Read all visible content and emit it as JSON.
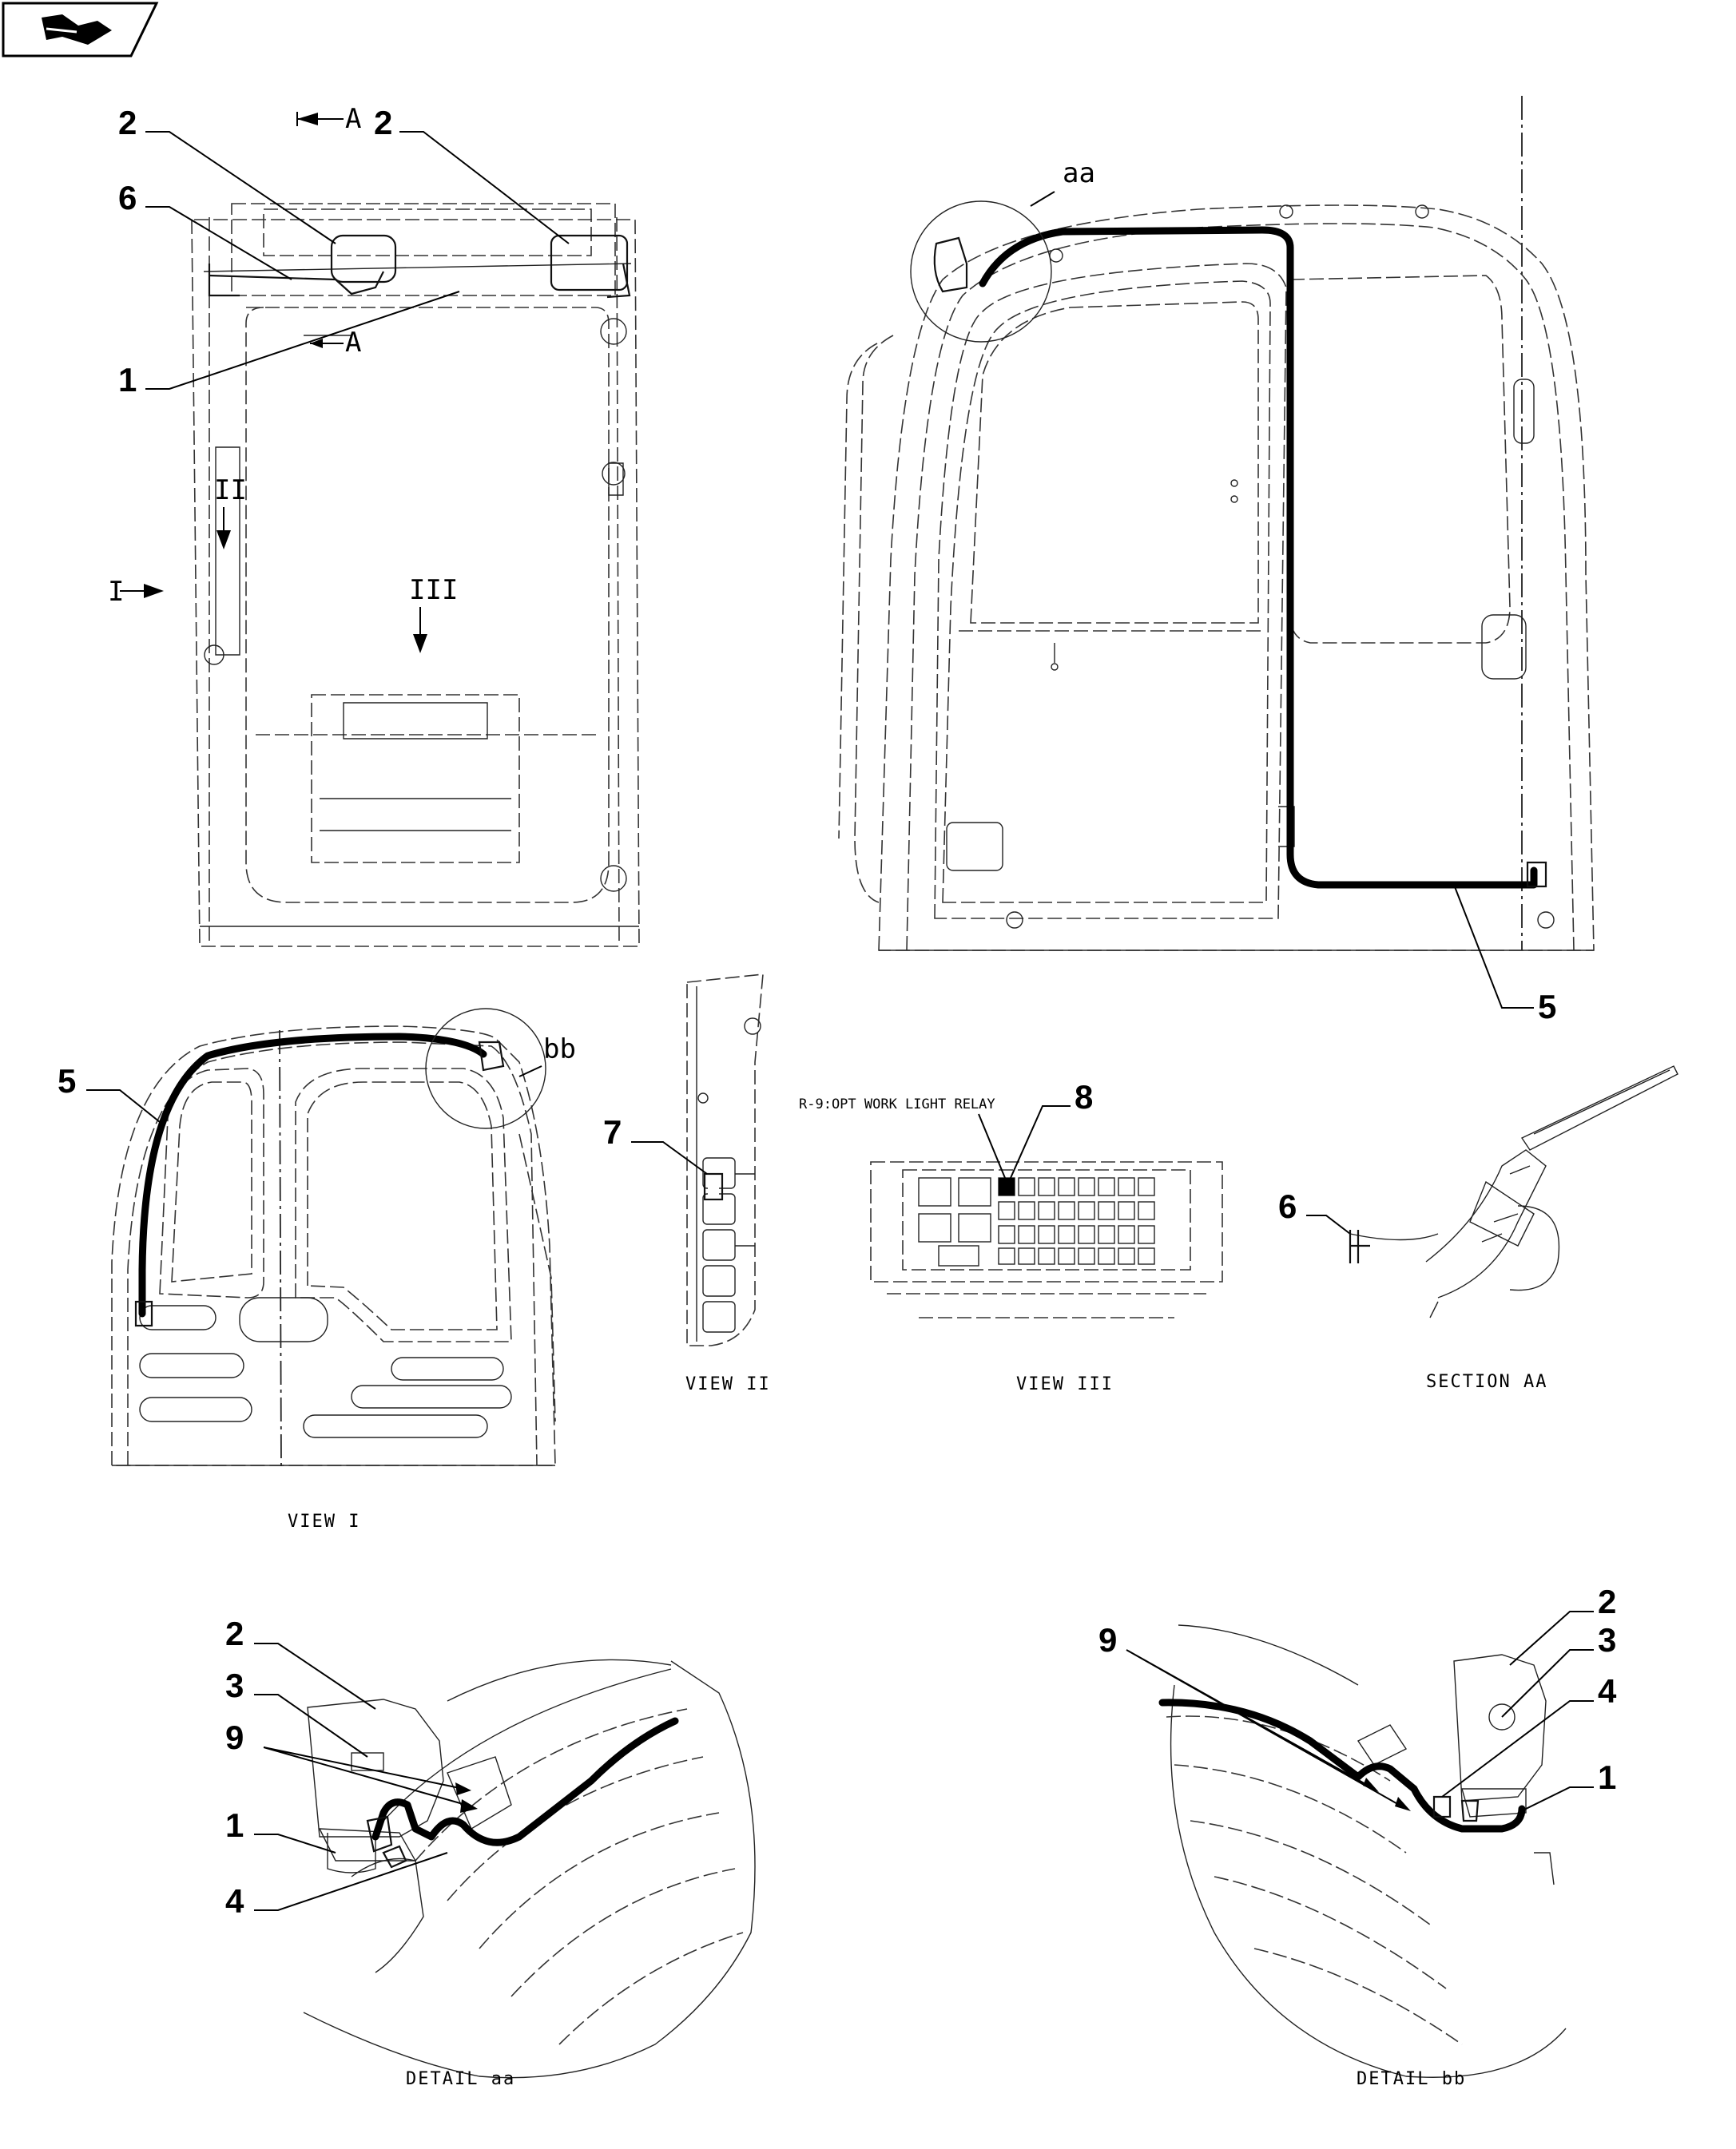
{
  "header": {
    "icon": "book-arrow-icon"
  },
  "callouts": {
    "front_2a": "2",
    "front_2b": "2",
    "front_6": "6",
    "front_1": "1",
    "side_5": "5",
    "view1_5": "5",
    "view2_7": "7",
    "view3_8": "8",
    "section_6": "6",
    "detail_aa_2": "2",
    "detail_aa_3": "3",
    "detail_aa_9": "9",
    "detail_aa_1": "1",
    "detail_aa_4": "4",
    "detail_bb_2": "2",
    "detail_bb_3": "3",
    "detail_bb_9": "9",
    "detail_bb_4": "4",
    "detail_bb_1": "1"
  },
  "markers": {
    "section_a_top": "A",
    "section_a_bottom": "A",
    "view_arrow_1": "I",
    "view_arrow_2": "II",
    "view_arrow_3": "III",
    "circle_aa": "aa",
    "circle_bb": "bb"
  },
  "labels": {
    "relay": "R-9:OPT WORK LIGHT RELAY",
    "view_1": "VIEW I",
    "view_2": "VIEW II",
    "view_3": "VIEW III",
    "section_aa": "SECTION AA",
    "detail_aa": "DETAIL aa",
    "detail_bb": "DETAIL bb"
  }
}
